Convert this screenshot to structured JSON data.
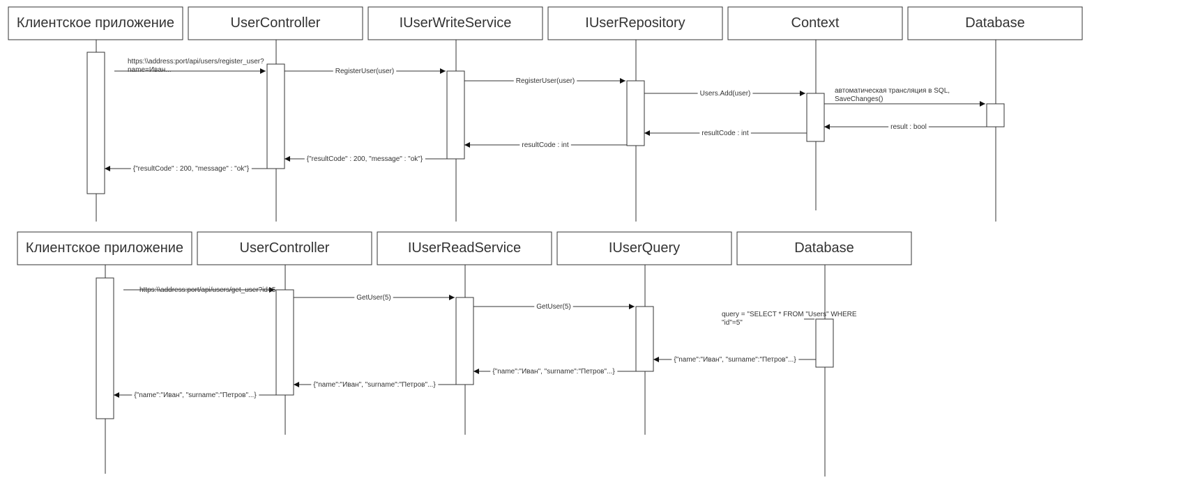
{
  "diagram1": {
    "participants": [
      "Клиентское приложение",
      "UserController",
      "IUserWriteService",
      "IUserRepository",
      "Context",
      "Database"
    ],
    "messages": [
      [
        "https:\\\\address:port/api/users/register_user?",
        "name=Иван..."
      ],
      [
        "RegisterUser(user)"
      ],
      [
        "RegisterUser(user)"
      ],
      [
        "Users.Add(user)"
      ],
      [
        "автоматическая трансляция в SQL,",
        "SaveChanges()"
      ],
      [
        "result : bool"
      ],
      [
        "resultCode : int"
      ],
      [
        "resultCode : int"
      ],
      [
        "{\"resultCode\" : 200, \"message\" : \"ok\"}"
      ],
      [
        "{\"resultCode\" : 200, \"message\" : \"ok\"}"
      ]
    ]
  },
  "diagram2": {
    "participants": [
      "Клиентское приложение",
      "UserController",
      "IUserReadService",
      "IUserQuery",
      "Database"
    ],
    "messages": [
      [
        "https:\\\\address:port/api/users/get_user?id=5"
      ],
      [
        "GetUser(5)"
      ],
      [
        "GetUser(5)"
      ],
      [
        "query = \"SELECT * FROM \"Users\" WHERE",
        "\"id\"=5\""
      ],
      [
        "{\"name\":\"Иван\", \"surname\":\"Петров\"...}"
      ],
      [
        "{\"name\":\"Иван\", \"surname\":\"Петров\"...}"
      ],
      [
        "{\"name\":\"Иван\", \"surname\":\"Петров\"...}"
      ],
      [
        "{\"name\":\"Иван\", \"surname\":\"Петров\"...}"
      ]
    ]
  }
}
